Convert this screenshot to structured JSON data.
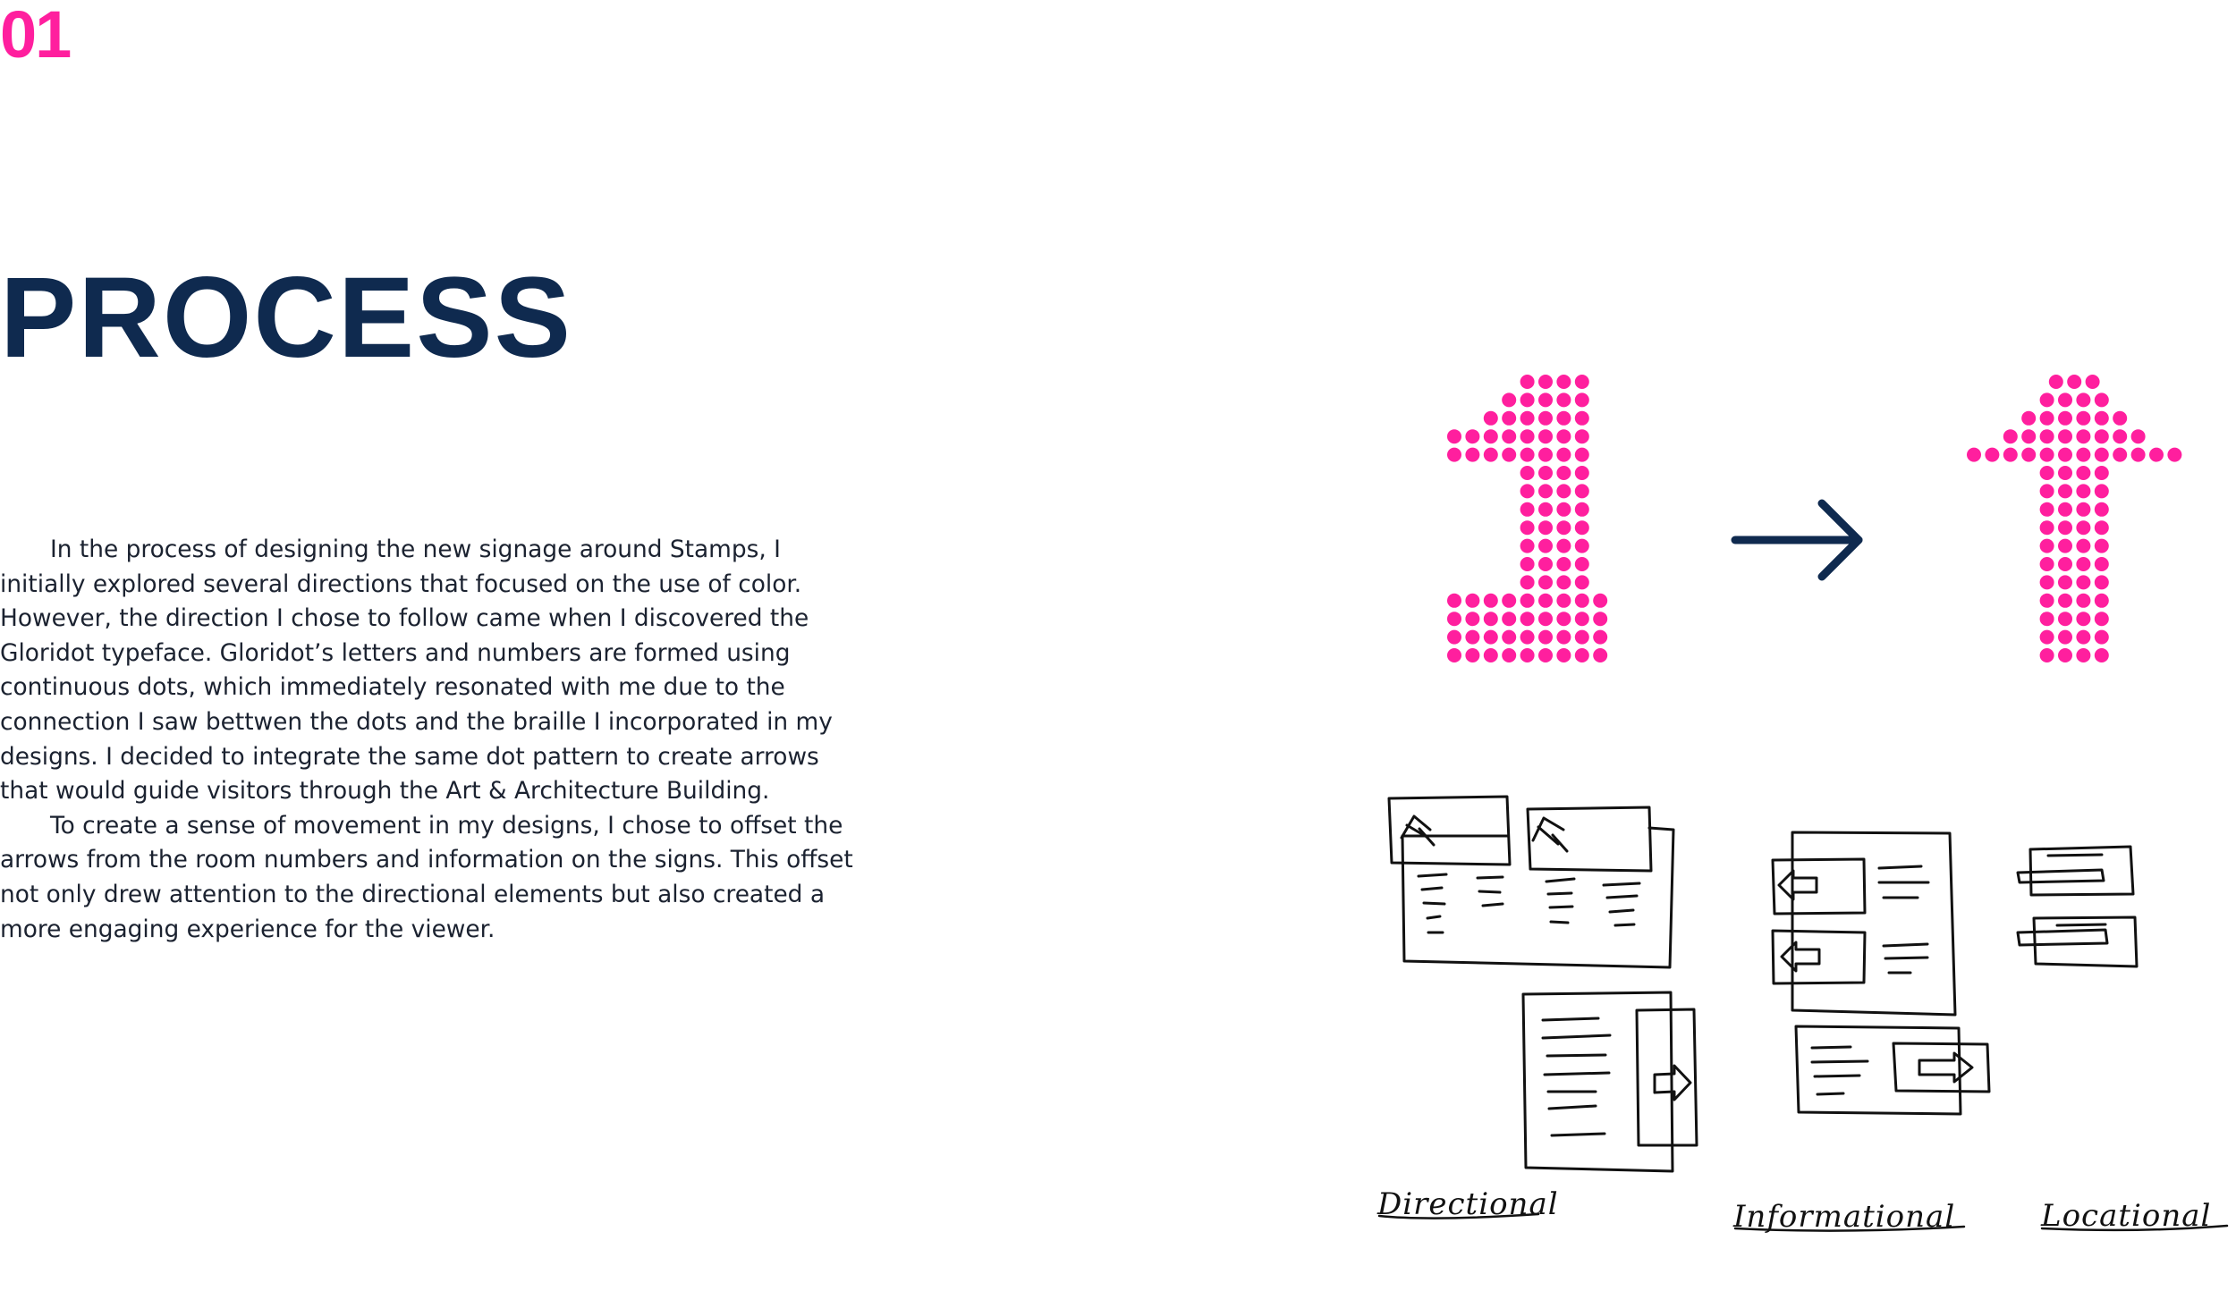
{
  "page": {
    "number": "01",
    "title": "PROCESS"
  },
  "body": {
    "paragraphs": [
      "In the process of designing the new signage around Stamps, I initially explored several directions that focused on the use of color. However, the direction I chose to follow came when I discovered the Gloridot typeface. Gloridot’s letters and numbers are formed using continuous dots, which immediately resonated with me due to the connection I saw bettwen the dots and the braille I incorporated in my designs. I decided to integrate the same dot pattern to create arrows that would guide visitors through the Art & Architecture Building.",
      "To create a sense of movement in my designs, I chose to offset the arrows from the room numbers and information on the signs. This offset not only drew attention to the directional elements but also created a more engaging experience for the viewer."
    ]
  },
  "illustration": {
    "from_glyph": "1",
    "to_glyph": "up-arrow",
    "transition_icon": "right-arrow-icon",
    "colors": {
      "dots": "#ff1f9e",
      "arrow": "#0f2a4f",
      "ink": "#111111"
    }
  },
  "sketches": {
    "labels": [
      "Directional",
      "Informational",
      "Locational"
    ]
  }
}
